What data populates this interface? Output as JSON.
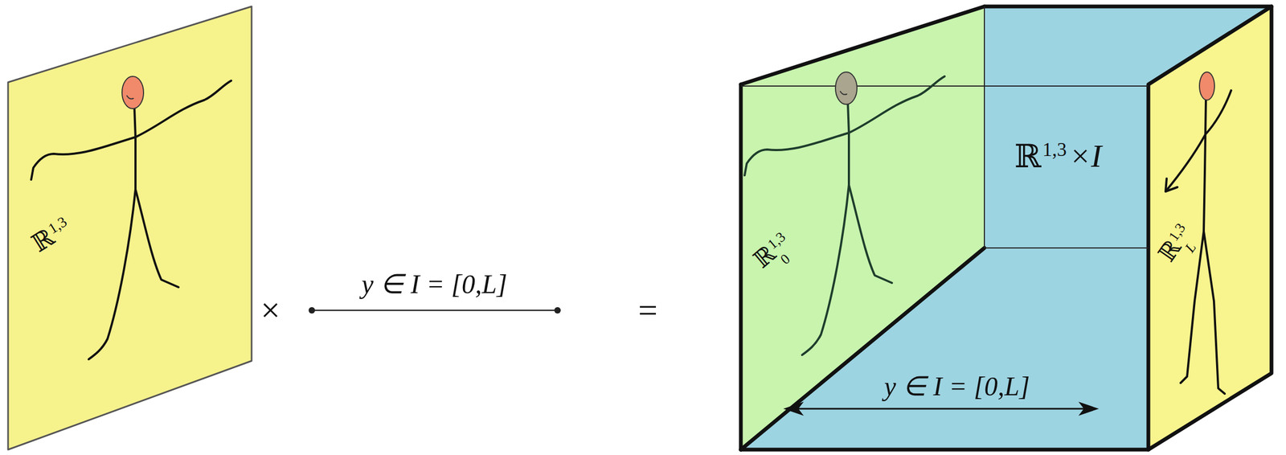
{
  "diagram": {
    "nodes": [
      {
        "text": [
          "ℝ",
          "1,3"
        ]
      },
      {
        "text": [
          "ℝ",
          "1,3",
          "×I",
          "y ∈ I = [0,L]"
        ]
      },
      {
        "text": [
          "ℝ",
          "1,3",
          "0"
        ],
        "in": 1
      },
      {
        "text": [
          "ℝ",
          "1,3",
          "L"
        ],
        "in": 1
      }
    ],
    "labels": [
      "×",
      "y ∈ I = [0,L]",
      "="
    ]
  }
}
